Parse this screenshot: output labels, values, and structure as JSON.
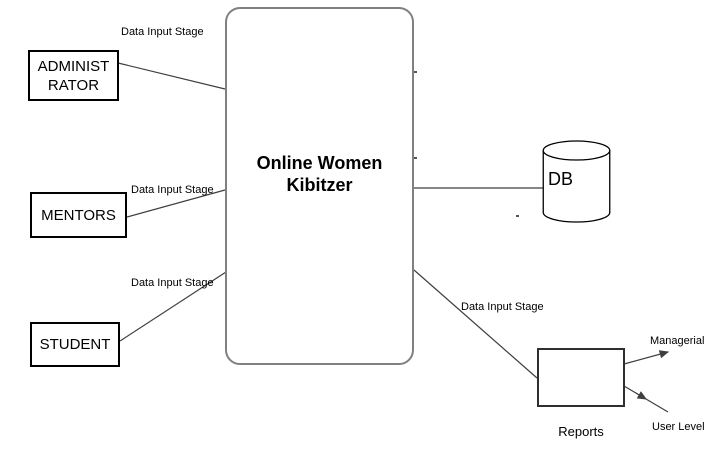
{
  "process": {
    "label": "Online Women\nKibitzer"
  },
  "entities": {
    "administrator": {
      "label": "ADMINIST\nRATOR"
    },
    "mentors": {
      "label": "MENTORS"
    },
    "student": {
      "label": "STUDENT"
    }
  },
  "datastore": {
    "label": "DB"
  },
  "reports": {
    "caption": "Reports"
  },
  "outputs": {
    "managerial": {
      "label": "Managerial"
    },
    "user_level": {
      "label": "User Level"
    }
  },
  "flows": {
    "administrator": {
      "label": "Data Input Stage"
    },
    "mentors": {
      "label": "Data Input Stage"
    },
    "student": {
      "label": "Data Input Stage"
    },
    "reports": {
      "label": "Data Input Stage"
    }
  },
  "colors": {
    "line": "#3f3f3f",
    "entity_border": "#000000",
    "process_border": "#808080",
    "background": "#ffffff"
  }
}
